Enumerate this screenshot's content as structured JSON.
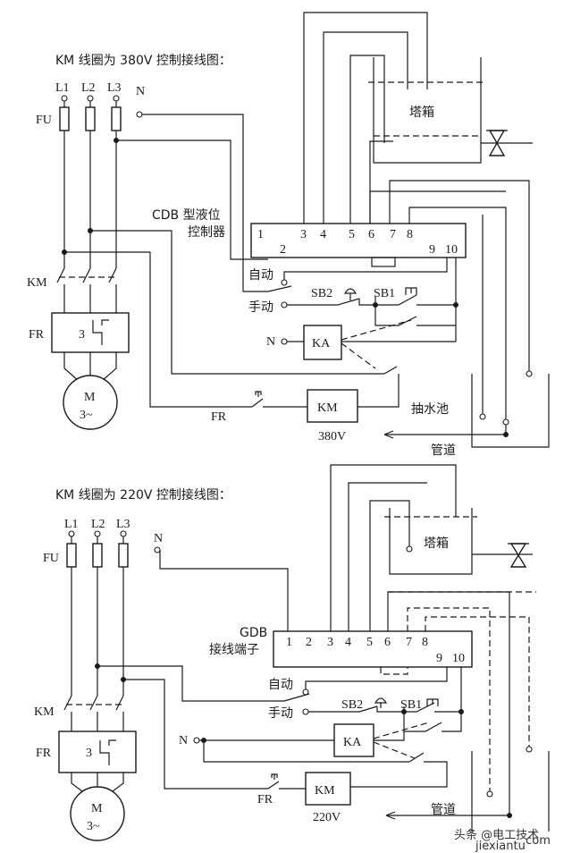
{
  "top": {
    "title": "KM 线圈为 380V 控制接线图：",
    "phases": [
      "L1",
      "L2",
      "L3"
    ],
    "neutral": "N",
    "fuse_label": "FU",
    "controller_label_1": "CDB 型液位",
    "controller_label_2": "控制器",
    "terminals_top": [
      "1",
      "3",
      "4",
      "5",
      "6",
      "7",
      "8"
    ],
    "terminals_bottom": [
      "2",
      "9",
      "10"
    ],
    "tank_label": "塔箱",
    "km_label": "KM",
    "fr_label": "FR",
    "fr_number": "3",
    "motor_label": "M",
    "motor_sub": "3~",
    "auto_label": "自动",
    "manual_label": "手动",
    "sb2_label": "SB2",
    "sb1_label": "SB1",
    "relay_label": "KA",
    "relay_neutral": "N",
    "coil_label": "KM",
    "coil_voltage": "380V",
    "fr_contact_label": "FR",
    "pool_label": "抽水池",
    "pipe_label": "管道"
  },
  "bottom": {
    "title": "KM 线圈为 220V 控制接线图：",
    "phases": [
      "L1",
      "L2",
      "L3"
    ],
    "neutral": "N",
    "fuse_label": "FU",
    "controller_label_1": "GDB",
    "controller_label_2": "接线端子",
    "terminals_top": [
      "1",
      "2",
      "3",
      "4",
      "5",
      "6",
      "7",
      "8"
    ],
    "terminals_bottom": [
      "9",
      "10"
    ],
    "tank_label": "塔箱",
    "km_label": "KM",
    "fr_label": "FR",
    "fr_number": "3",
    "motor_label": "M",
    "motor_sub": "3~",
    "auto_label": "自动",
    "manual_label": "手动",
    "sb2_label": "SB2",
    "sb1_label": "SB1",
    "relay_label": "KA",
    "relay_neutral": "N",
    "coil_label": "KM",
    "coil_voltage": "220V",
    "fr_contact_label": "FR",
    "pipe_label": "管道"
  },
  "watermark": {
    "text": "头条 @电工技术",
    "sub": "jiexiantu",
    "domain": ".com"
  }
}
